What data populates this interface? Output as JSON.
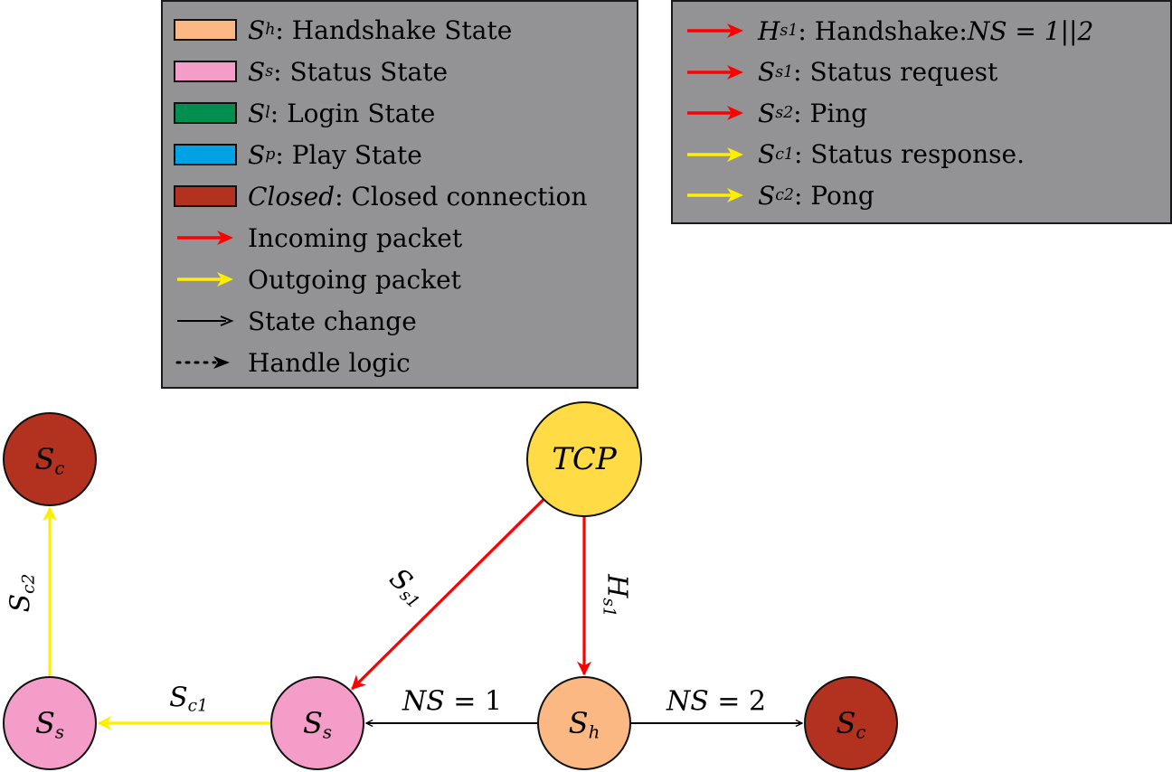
{
  "legend_states": [
    {
      "symbol": "S",
      "sub": "h",
      "text": ": Handshake State",
      "color": "#fbb882"
    },
    {
      "symbol": "S",
      "sub": "s",
      "text": ": Status State",
      "color": "#f39dc8"
    },
    {
      "symbol": "S",
      "sub": "l",
      "text": ": Login State",
      "color": "#008f4f"
    },
    {
      "symbol": "S",
      "sub": "p",
      "text": ": Play State",
      "color": "#00a2e6"
    },
    {
      "symbol": "Closed",
      "sub": "",
      "text": ": Closed connection",
      "color": "#b3311f"
    }
  ],
  "legend_arrows": [
    {
      "text": "Incoming packet",
      "style": "incoming"
    },
    {
      "text": "Outgoing packet",
      "style": "outgoing"
    },
    {
      "text": "State change",
      "style": "state"
    },
    {
      "text": "Handle logic",
      "style": "logic"
    }
  ],
  "legend_packets": [
    {
      "symbol": "H",
      "sub": "s1",
      "text": ": Handshake: ",
      "tail": "NS = 1||2",
      "style": "incoming"
    },
    {
      "symbol": "S",
      "sub": "s1",
      "text": ": Status request",
      "tail": "",
      "style": "incoming"
    },
    {
      "symbol": "S",
      "sub": "s2",
      "text": ": Ping",
      "tail": "",
      "style": "incoming"
    },
    {
      "symbol": "S",
      "sub": "c1",
      "text": ": Status response.",
      "tail": "",
      "style": "outgoing"
    },
    {
      "symbol": "S",
      "sub": "c2",
      "text": ": Pong",
      "tail": "",
      "style": "outgoing"
    }
  ],
  "colors": {
    "incoming": "#ff0000",
    "outgoing": "#ffee00",
    "state": "#000000",
    "tcp": "#ffdc46",
    "handshake": "#fbb882",
    "status": "#f39dc8",
    "closed": "#b3311f"
  },
  "nodes": [
    {
      "id": "tcp",
      "symbol": "TCP",
      "sub": "",
      "fill": "tcp"
    },
    {
      "id": "sh",
      "symbol": "S",
      "sub": "h",
      "fill": "handshake"
    },
    {
      "id": "ss_mid",
      "symbol": "S",
      "sub": "s",
      "fill": "status"
    },
    {
      "id": "ss_left",
      "symbol": "S",
      "sub": "s",
      "fill": "status"
    },
    {
      "id": "sc_top",
      "symbol": "S",
      "sub": "c",
      "fill": "closed"
    },
    {
      "id": "sc_right",
      "symbol": "S",
      "sub": "c",
      "fill": "closed"
    }
  ],
  "edges": [
    {
      "from": "tcp",
      "to": "ss_mid",
      "style": "incoming",
      "symbol": "S",
      "sub": "s1",
      "tail": ""
    },
    {
      "from": "tcp",
      "to": "sh",
      "style": "incoming",
      "symbol": "H",
      "sub": "s1",
      "tail": ""
    },
    {
      "from": "sh",
      "to": "ss_mid",
      "style": "state",
      "symbol": "NS",
      "sub": "",
      "tail": " = 1"
    },
    {
      "from": "sh",
      "to": "sc_right",
      "style": "state",
      "symbol": "NS",
      "sub": "",
      "tail": " = 2"
    },
    {
      "from": "ss_mid",
      "to": "ss_left",
      "style": "outgoing",
      "symbol": "S",
      "sub": "c1",
      "tail": ""
    },
    {
      "from": "ss_left",
      "to": "sc_top",
      "style": "outgoing",
      "symbol": "S",
      "sub": "c2",
      "tail": ""
    }
  ]
}
